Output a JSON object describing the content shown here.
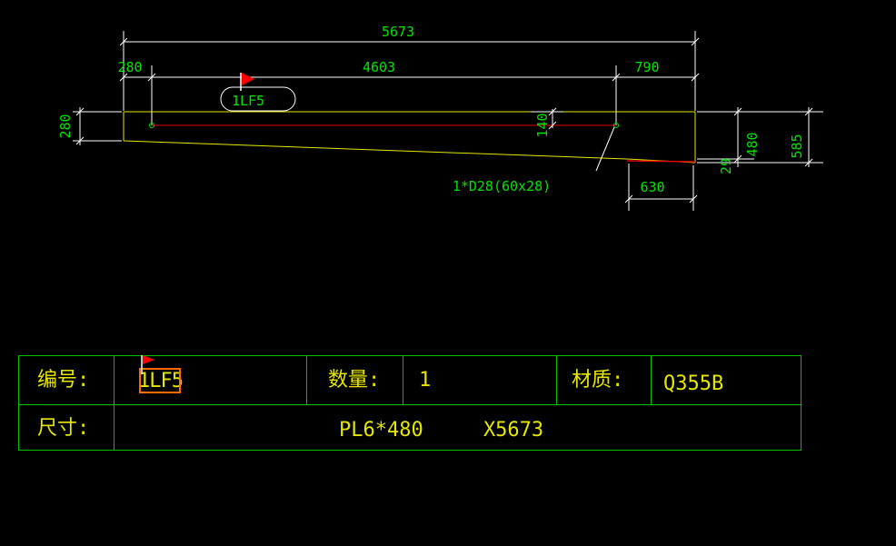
{
  "drawing": {
    "dim_total": "5673",
    "dim_left": "280",
    "dim_middle": "4603",
    "dim_right": "790",
    "dim_left_height": "280",
    "dim_hole_offset": "140",
    "dim_right_480": "480",
    "dim_right_585": "585",
    "dim_right_small": "29",
    "dim_bottom": "630",
    "part_tag": "1LF5",
    "hole_note": "1*D28(60x28)"
  },
  "table": {
    "id_label": "编号:",
    "id_value": "1LF5",
    "qty_label": "数量:",
    "qty_value": "1",
    "material_label": "材质:",
    "material_value": "Q355B",
    "size_label": "尺寸:",
    "size_value": "PL6*480     X5673"
  },
  "colors": {
    "background": "#000000",
    "dimension": "#00e400",
    "outline": "#e6e600",
    "centerline": "#e00000",
    "highlight_box": "#ff6a00",
    "flag": "#ff0000"
  }
}
